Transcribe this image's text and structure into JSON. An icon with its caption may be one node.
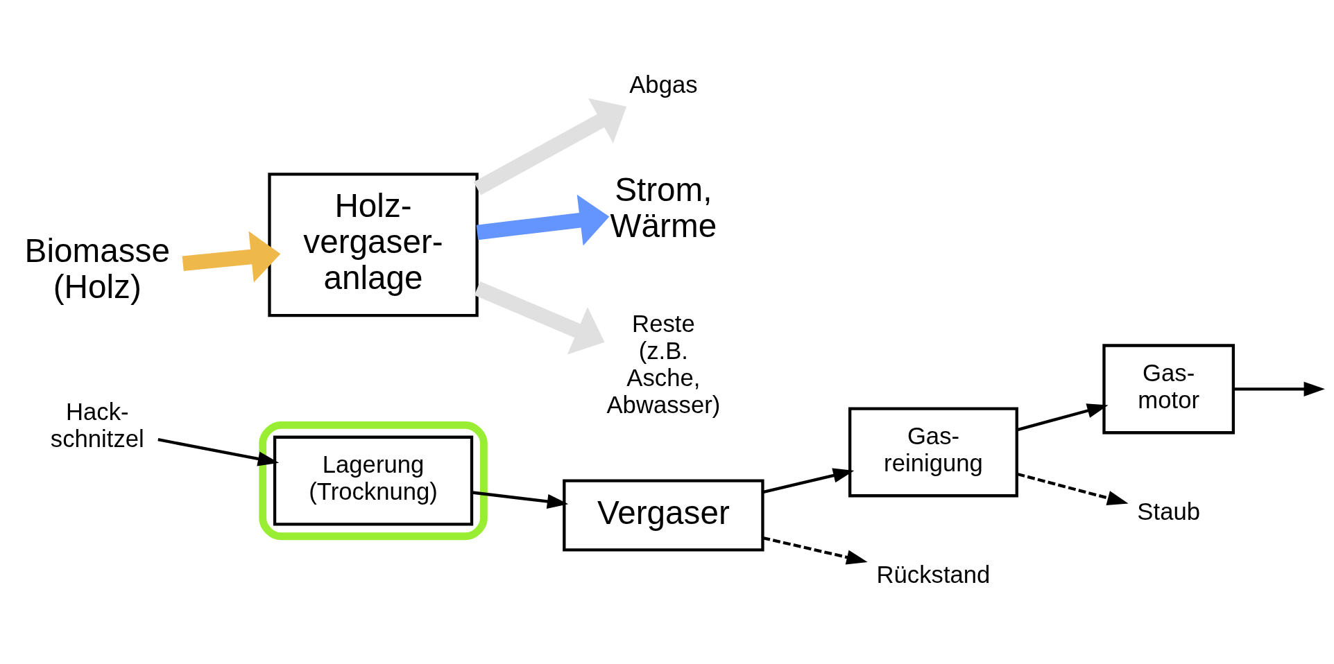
{
  "diagram": {
    "nodes": [
      {
        "text": [
          "Biomasse (Holz)"
        ]
      },
      {
        "text": [
          "Holz- vergaser- anlage"
        ]
      },
      {
        "text": [
          "Abgas"
        ]
      },
      {
        "text": [
          "Strom, Wärme"
        ]
      },
      {
        "text": [
          "Reste (z.B. Asche, Abwasser)"
        ]
      },
      {
        "text": [
          "Hack- schnitzel"
        ]
      },
      {
        "text": [],
        "shape": "ellipse"
      },
      {
        "text": [
          "Lagerung (Trocknung)"
        ],
        "in": 6
      },
      {
        "text": [
          "Vergaser"
        ]
      },
      {
        "text": [
          "Gas- reinigung"
        ]
      },
      {
        "text": [
          "Gas- motor"
        ]
      },
      {
        "text": [
          "Rückstand"
        ]
      },
      {
        "text": [
          "Staub"
        ]
      }
    ],
    "edges": [
      {
        "from": 0,
        "to": 1,
        "arrow": "to",
        "style": "thick",
        "color": "#efb84a"
      },
      {
        "from": 1,
        "to": 2,
        "arrow": "to",
        "style": "thick",
        "color": "#e0e0e0"
      },
      {
        "from": 1,
        "to": 3,
        "arrow": "to",
        "style": "thick",
        "color": "#6495ff"
      },
      {
        "from": 1,
        "to": 4,
        "arrow": "to",
        "style": "thick",
        "color": "#e0e0e0"
      },
      {
        "from": 5,
        "to": 7,
        "arrow": "to"
      },
      {
        "from": 7,
        "to": 8,
        "arrow": "to"
      },
      {
        "from": 8,
        "to": 9,
        "arrow": "to"
      },
      {
        "from": 9,
        "to": 10,
        "arrow": "to"
      },
      {
        "from": 10,
        "to": null,
        "arrow": "to"
      },
      {
        "from": 8,
        "to": 11,
        "arrow": "to",
        "style": "dashed"
      },
      {
        "from": 9,
        "to": 12,
        "arrow": "to",
        "style": "dashed"
      }
    ]
  }
}
